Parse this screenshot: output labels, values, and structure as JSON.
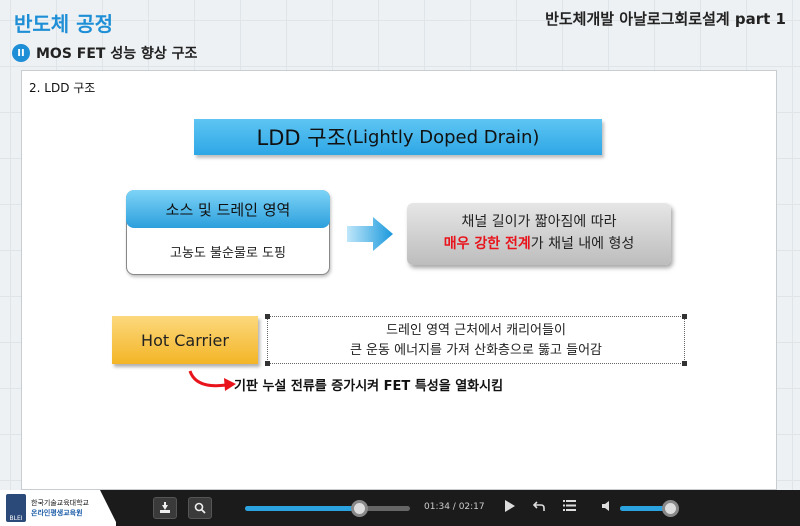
{
  "header": {
    "course_title": "반도체 공정",
    "part_title": "반도체개발 아날로그회로설계 part 1",
    "section_icon": "ii-icon",
    "section_icon_text": "II",
    "section_title": "MOS FET 성능 향상 구조"
  },
  "slide": {
    "section_label": "2. LDD 구조",
    "banner": {
      "main": "LDD 구조",
      "sub": "(Lightly Doped Drain)"
    },
    "source_drain": {
      "title": "소스 및 드레인 영역",
      "body": "고농도 불순물로 도핑"
    },
    "result": {
      "line1": "채널 길이가 짧아짐에 따라",
      "line2_red": "매우 강한 전계",
      "line2_rest": "가 채널 내에 형성"
    },
    "hot_carrier": {
      "label": "Hot Carrier",
      "desc_line1": "드레인 영역 근처에서 캐리어들이",
      "desc_line2": "큰 운동 에너지를 가져 산화층으로 뚫고 들어감"
    },
    "effect": "기판 누설 전류를 증가시켜 FET 특성을 열화시킴"
  },
  "player": {
    "logo_line1": "한국기술교육대학교",
    "logo_line2": "온라인평생교육원",
    "logo_mark": "BLEI",
    "time": "01:34 / 02:17",
    "progress": 0.69,
    "volume": 0.9,
    "icons": {
      "download": "download-icon",
      "search": "search-icon",
      "play": "play-icon",
      "replay": "replay-icon",
      "menu": "menu-icon",
      "volume": "volume-icon"
    }
  },
  "colors": {
    "accent_blue": "#1e8fd6",
    "warning_red": "#e8131b",
    "hot_yellow": "#f3b526"
  }
}
